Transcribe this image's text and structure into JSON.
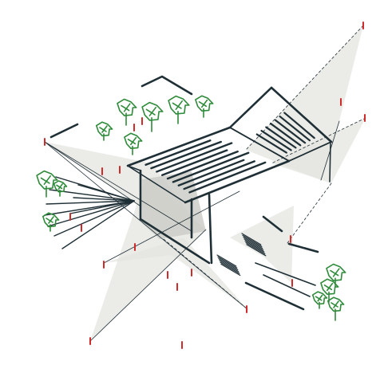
{
  "colors": {
    "background": "#ffffff",
    "ink": "#1f2f36",
    "plane_fill": "#e4e4e0",
    "plane_shadow": "#cdcdc8",
    "tree_green": "#2e8b3a",
    "marker_red": "#d12a2a"
  },
  "figure": {
    "style": "axonometric line sketch",
    "elements": [
      "roof-structure",
      "projection-planes",
      "trees",
      "survey-markers",
      "shadow-lines"
    ]
  }
}
